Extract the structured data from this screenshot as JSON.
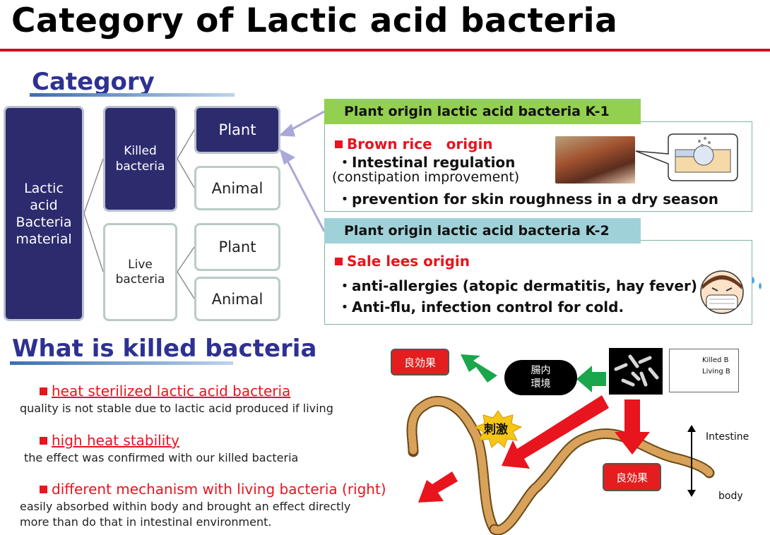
{
  "header": {
    "title": "Category of Lactic acid bacteria"
  },
  "category": {
    "heading": "Category",
    "root": [
      "Lactic",
      "acid",
      "Bacteria",
      "material"
    ],
    "killed": [
      "Killed",
      "bacteria"
    ],
    "live": [
      "Live",
      "bacteria"
    ],
    "plant_killed": "Plant",
    "animal_killed": "Animal",
    "plant_live": "Plant",
    "animal_live": "Animal"
  },
  "k1": {
    "tab": "Plant origin lactic acid bacteria K-1",
    "origin": "Brown rice　origin",
    "line1": "・Intestinal regulation",
    "line2": "(constipation improvement)",
    "line3": "・prevention for skin roughness in a dry season"
  },
  "k2": {
    "tab": "Plant origin lactic acid bacteria K-2",
    "origin": "Sale lees origin",
    "line1": "・anti-allergies (atopic dermatitis, hay fever)",
    "line2": "・Anti-flu, infection control for cold."
  },
  "killed_section": {
    "heading": "What is killed bacteria",
    "points": [
      {
        "title": "heat sterilized lactic acid bacteria",
        "desc": [
          "quality is not stable due to lactic acid produced if living"
        ]
      },
      {
        "title": "high heat stability",
        "desc": [
          "the effect was confirmed with our killed bacteria"
        ]
      },
      {
        "title": "different mechanism with living bacteria (right)",
        "desc": [
          "easily absorbed within body and brought an effect directly",
          "more than do that in intestinal environment."
        ]
      }
    ]
  },
  "mechanism": {
    "good_effect_top": "良効果",
    "gut_env": [
      "腸内",
      "環境"
    ],
    "stimulus": "刺激",
    "good_effect_bottom": "良効果",
    "legend_killed": "Killed B",
    "legend_living": "Living B",
    "intestine": "Intestine",
    "body": "body",
    "colors": {
      "killed_arrow": "#1aa64a",
      "living_arrow": "#e8141e"
    }
  }
}
